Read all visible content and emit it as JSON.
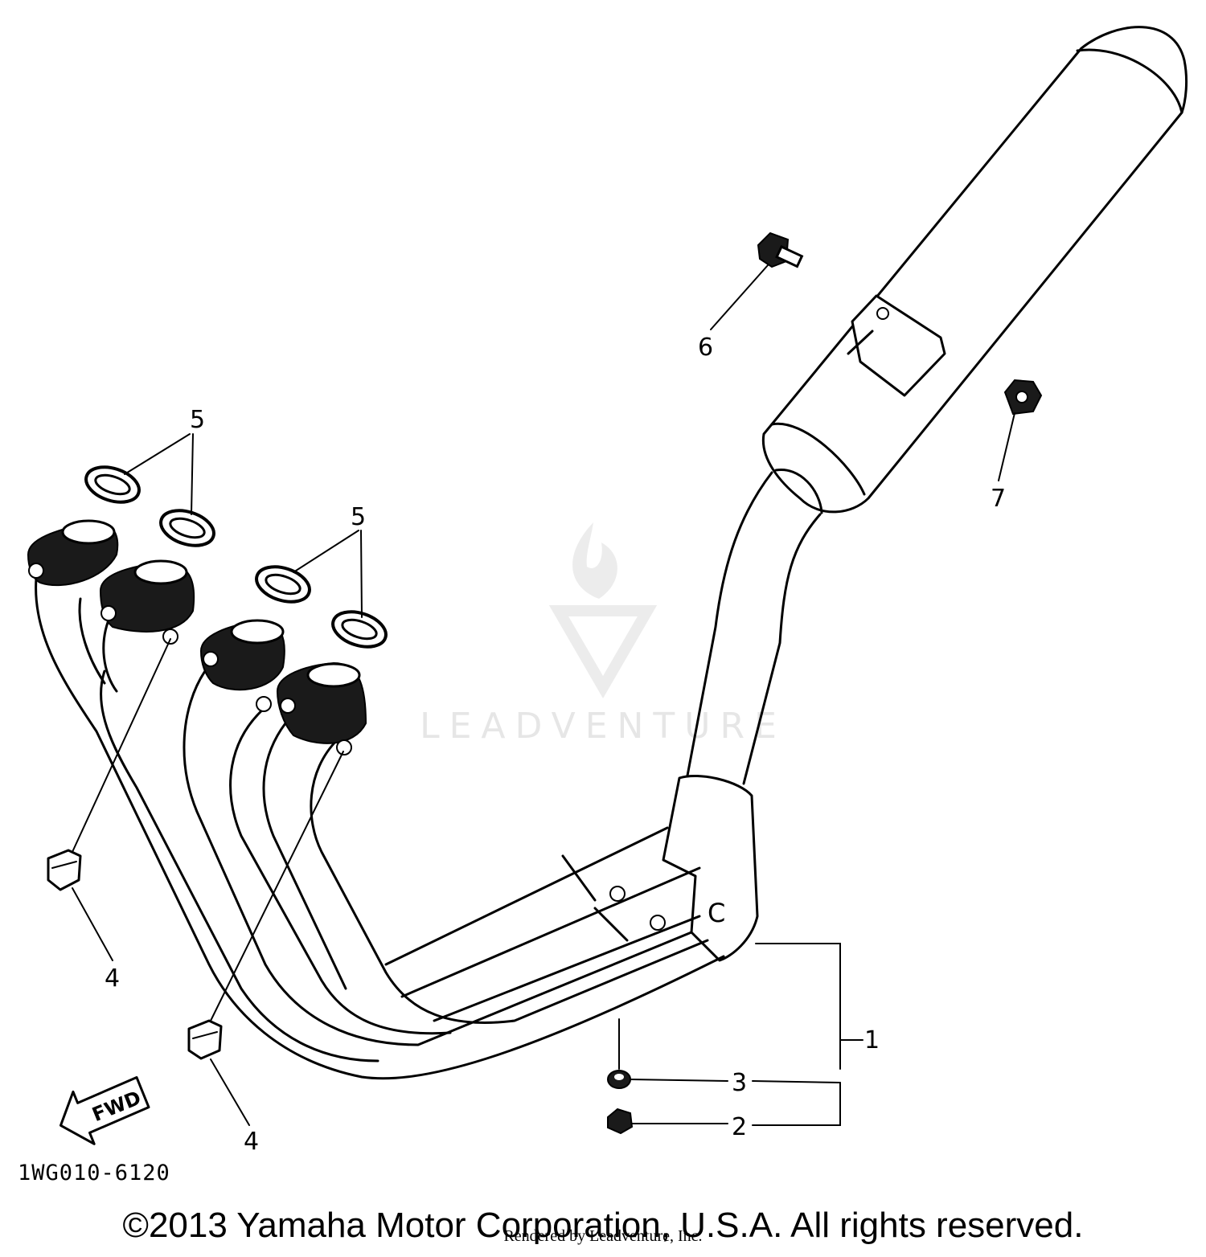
{
  "callouts": [
    {
      "id": "1",
      "label": "1"
    },
    {
      "id": "2",
      "label": "2"
    },
    {
      "id": "3",
      "label": "3"
    },
    {
      "id": "4a",
      "label": "4"
    },
    {
      "id": "4b",
      "label": "4"
    },
    {
      "id": "5a",
      "label": "5"
    },
    {
      "id": "5b",
      "label": "5"
    },
    {
      "id": "6",
      "label": "6"
    },
    {
      "id": "7",
      "label": "7"
    }
  ],
  "direction_badge": {
    "label": "FWD"
  },
  "diagram_code": "1WG010-6120",
  "copyright": "©2013 Yamaha Motor Corporation, U.S.A. All rights reserved.",
  "renderer_note": "Rendered by Leadventure, Inc.",
  "watermark": {
    "text": "LEADVENTURE",
    "color": "#e6e6e6"
  }
}
